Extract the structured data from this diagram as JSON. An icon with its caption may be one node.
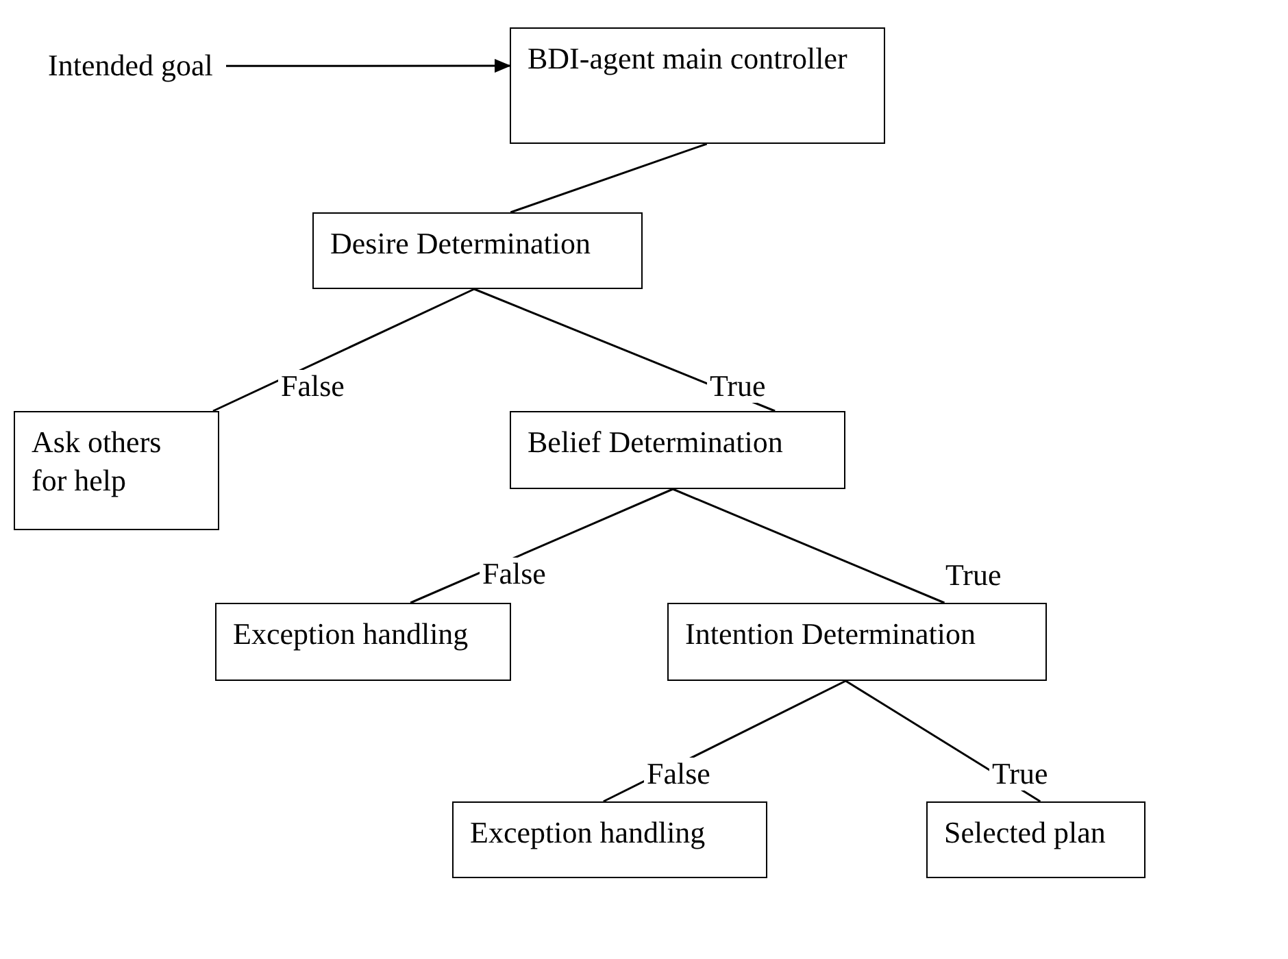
{
  "diagram": {
    "nodes": [
      {
        "text": [
          "Intended goal"
        ]
      },
      {
        "text": [
          "BDI-agent main controller"
        ]
      },
      {
        "text": [
          "Desire Determination"
        ]
      },
      {
        "text": [
          "Ask others for help"
        ]
      },
      {
        "text": [
          "Belief Determination"
        ]
      },
      {
        "text": [
          "Exception handling"
        ]
      },
      {
        "text": [
          "Intention Determination"
        ]
      },
      {
        "text": [
          "Exception handling"
        ]
      },
      {
        "text": [
          "Selected plan"
        ]
      }
    ],
    "edges": [
      {
        "from": 0,
        "to": 1,
        "arrow": "to"
      },
      {
        "from": 1,
        "to": 2,
        "arrow": "none"
      },
      {
        "from": 2,
        "to": 3,
        "arrow": "none",
        "label": "False"
      },
      {
        "from": 2,
        "to": 4,
        "arrow": "none",
        "label": "True"
      },
      {
        "from": 4,
        "to": 5,
        "arrow": "none",
        "label": "False"
      },
      {
        "from": 4,
        "to": 6,
        "arrow": "none",
        "label": "True"
      },
      {
        "from": 6,
        "to": 7,
        "arrow": "none",
        "label": "False"
      },
      {
        "from": 6,
        "to": 8,
        "arrow": "none",
        "label": "True"
      }
    ]
  }
}
